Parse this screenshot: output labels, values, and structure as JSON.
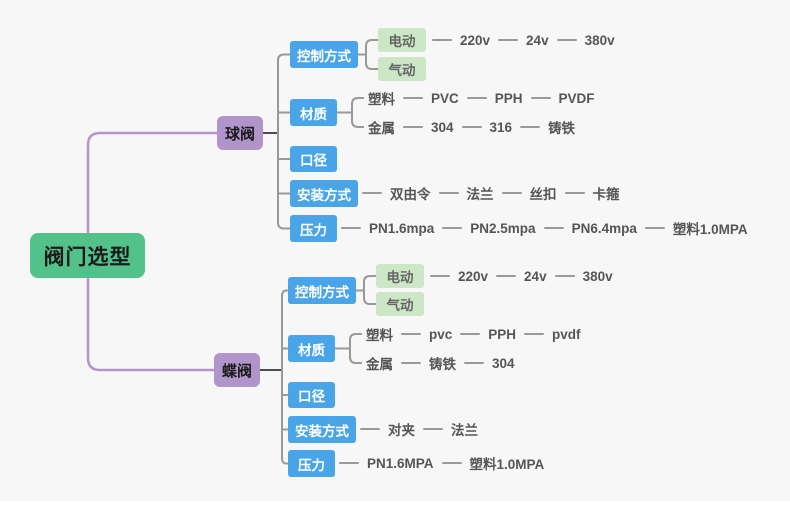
{
  "root": {
    "label": "阀门选型"
  },
  "branches": [
    {
      "label": "球阀",
      "categories": [
        {
          "label": "控制方式",
          "groups": [
            {
              "label": "电动",
              "boxed": true,
              "chain": [
                "220v",
                "24v",
                "380v"
              ]
            },
            {
              "label": "气动",
              "boxed": true,
              "chain": []
            }
          ]
        },
        {
          "label": "材质",
          "groups": [
            {
              "label": "塑料",
              "boxed": false,
              "chain": [
                "PVC",
                "PPH",
                "PVDF"
              ]
            },
            {
              "label": "金属",
              "boxed": false,
              "chain": [
                "304",
                "316",
                "铸铁"
              ]
            }
          ]
        },
        {
          "label": "口径"
        },
        {
          "label": "安装方式",
          "chain": [
            "双由令",
            "法兰",
            "丝扣",
            "卡箍"
          ]
        },
        {
          "label": "压力",
          "chain": [
            "PN1.6mpa",
            "PN2.5mpa",
            "PN6.4mpa",
            "塑料1.0MPA"
          ]
        }
      ]
    },
    {
      "label": "蝶阀",
      "categories": [
        {
          "label": "控制方式",
          "groups": [
            {
              "label": "电动",
              "boxed": true,
              "chain": [
                "220v",
                "24v",
                "380v"
              ]
            },
            {
              "label": "气动",
              "boxed": true,
              "chain": []
            }
          ]
        },
        {
          "label": "材质",
          "groups": [
            {
              "label": "塑料",
              "boxed": false,
              "chain": [
                "pvc",
                "PPH",
                "pvdf"
              ]
            },
            {
              "label": "金属",
              "boxed": false,
              "chain": [
                "铸铁",
                "304"
              ]
            }
          ]
        },
        {
          "label": "口径"
        },
        {
          "label": "安装方式",
          "chain": [
            "对夹",
            "法兰"
          ]
        },
        {
          "label": "压力",
          "chain": [
            "PN1.6MPA",
            "塑料1.0MPA"
          ]
        }
      ]
    }
  ],
  "colors": {
    "canvas_bg": "#f7f7f7",
    "root_bg": "#52c18a",
    "branch_bg": "#b195ca",
    "category_bg": "#4aa5e8",
    "category_text": "#ffffff",
    "leaf_box_bg": "#cbe7c5",
    "leaf_box_text": "#666666",
    "node_text_dark": "#1a1a1a",
    "leaf_text": "#555555",
    "line": "#999999",
    "branch_line": "#4d4d4d",
    "root_line": "#b295cc"
  }
}
